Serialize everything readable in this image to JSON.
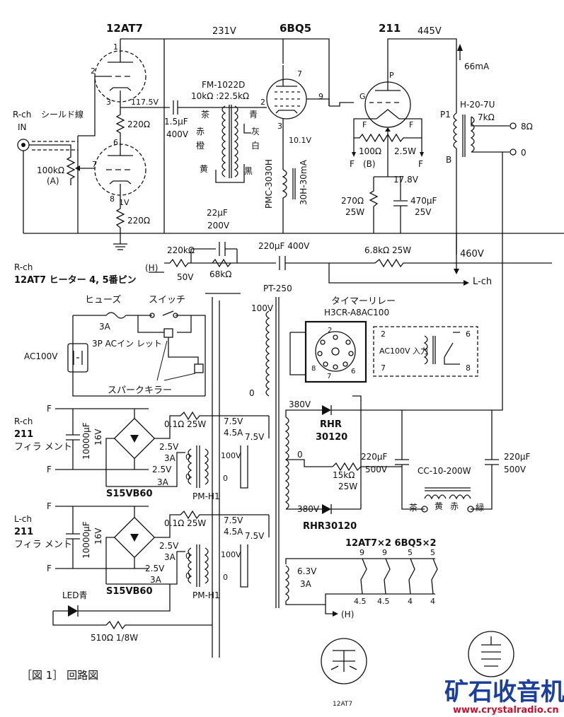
{
  "tubes": {
    "v1": "12AT7",
    "v2": "6BQ5",
    "v3": "211"
  },
  "rails": {
    "b231": "231V",
    "b445": "445V",
    "b460": "460V",
    "i66": "66mA"
  },
  "labels": {
    "rch_in": "R-ch",
    "in": "IN",
    "shield": "シールド線",
    "vol": "100kΩ",
    "vol_a": "(A)",
    "r_k1": "220Ω",
    "r_k2": "220Ω",
    "v_k1": "117.5V",
    "v_1v": "1V",
    "c1": "1.5μF",
    "c1v": "400V",
    "t1": "FM-1022D",
    "t1r": "10kΩ :22.5kΩ",
    "c_cha": "茶",
    "c_aka": "赤",
    "c_dai": "橙",
    "c_ki": "黄",
    "c_ao": "青",
    "c_hai": "灰",
    "c_shiro": "白",
    "c_kuro": "黒",
    "choke1": "PMC-3030H",
    "choke1b": "30H-30mA",
    "v_k2": "10.1V",
    "pot2": "100Ω",
    "pot2w": "2.5W",
    "pot2b": "(B)",
    "v178": "17.8V",
    "r270": "270Ω",
    "r270w": "25W",
    "c470": "470μF",
    "c470v": "25V",
    "opt": "H-20-7U",
    "opt_z": "7kΩ",
    "out8": "8Ω",
    "out0": "0",
    "p1": "P1",
    "b": "B",
    "c22": "22μF",
    "c22v": "200V",
    "r220k": "220kΩ",
    "v50": "50V",
    "r68k": "68kΩ",
    "c220": "220μF 400V",
    "r68": "6.8kΩ 25W",
    "lch": "L-ch",
    "heater1": "R-ch",
    "heater2": "12AT7 ヒーター 4, 5番ピン",
    "h_mark": "(H)",
    "pin1": "1",
    "pin2": "2",
    "pin3": "3",
    "pin6": "6",
    "pin7": "7",
    "pin8": "8",
    "pin9": "9",
    "pin_g": "G",
    "pin_p": "P",
    "pin_f": "F",
    "fuse": "ヒューズ",
    "fuse_a": "3A",
    "switch": "スイッチ",
    "ac": "AC100V",
    "inlet": "3P ACイン レット",
    "spark": "スパークキラー",
    "pt": "PT-250",
    "t100": "100V",
    "t0": "0",
    "relay": "タイマーリレー",
    "relay_m": "H3CR-A8AC100",
    "relay_in": "AC100V 入力",
    "v380": "380V",
    "v380b": "380V",
    "rhr1": "RHR",
    "rhr1b": "30120",
    "rhr2": "RHR30120",
    "r15k": "15kΩ",
    "r15kw": "25W",
    "c220a": "220μF",
    "c220av": "500V",
    "c220b": "220μF",
    "c220bv": "500V",
    "choke2": "CC-10-200W",
    "ch_cha": "茶",
    "ch_ki": "黄",
    "ch_aka": "赤",
    "ch_midori": "緑",
    "rch211": "R-ch",
    "lch211": "L-ch",
    "n211": "211",
    "fila": "フィラ メント",
    "c10000": "10000μF",
    "c16v": "16V",
    "r01": "0.1Ω 25W",
    "r01b": "0.1Ω 25W",
    "s15": "S15VB60",
    "s15b": "S15VB60",
    "pmh1": "PM-H1",
    "pmh2": "PM-H1",
    "t75": "7.5V",
    "t45": "4.5A",
    "t75b": "7.5V",
    "t25": "2.5V",
    "t3a": "3A",
    "t25b": "2.5V",
    "t3ab": "3A",
    "t63": "6.3V",
    "t63a": "3A",
    "htr": "12AT7×2 6BQ5×2",
    "h9": "9",
    "h45": "4.5",
    "h5": "5",
    "h4": "4",
    "led": "LED青",
    "r510": "510Ω 1/8W",
    "fig": "［図 1］ 回路図",
    "base1": "12AT7",
    "f_sym": "F"
  },
  "watermark": {
    "cn": "矿石收音机",
    "url": "www.crystalradio.cn"
  }
}
